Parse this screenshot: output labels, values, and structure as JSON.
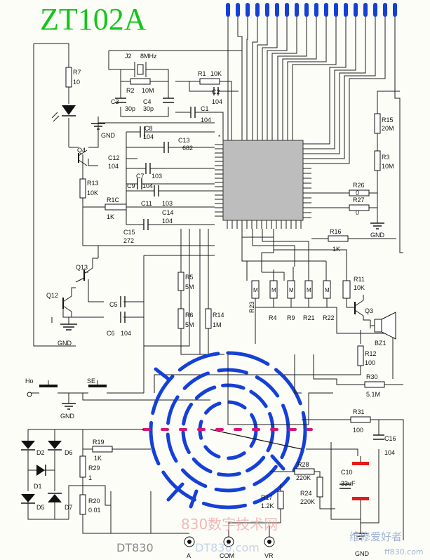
{
  "title": "ZT102A",
  "components": {
    "J2": "J2",
    "J2_val": "8MHz",
    "R7": "R7",
    "R7_val": "10",
    "R1": "R1",
    "R1_val": "10K",
    "R2": "R2",
    "R2_val": "10M",
    "C2": "C2",
    "C2_val": "104",
    "C3": "C3",
    "C3_val": "30p",
    "C4": "C4",
    "C4_val": "30p",
    "C1": "C1",
    "C1_val": "104",
    "C8": "C8",
    "C8_val": "104",
    "C13": "C13",
    "C13_val": "682",
    "Q4": "Q4",
    "C12": "C12",
    "C12_val": "104",
    "C7": "C7",
    "C7_val": "103",
    "C9": "C9",
    "C9_val": "104",
    "R13": "R13",
    "R13_val": "10K",
    "R1C": "R1C",
    "R1C_val": "1K",
    "C11": "C11",
    "C11_val": "103",
    "C14": "C14",
    "C14_val": "104",
    "C15": "C15",
    "C15_val": "272",
    "R15": "R15",
    "R15_val": "20M",
    "R3": "R3",
    "R3_val": "10M",
    "R26": "R26",
    "R26_val": "0",
    "R27": "R27",
    "R27_val": "0",
    "R16": "R16",
    "R16_val": "1K",
    "Q13": "Q13",
    "Q12": "Q12",
    "C5": "C5",
    "C6": "C6",
    "C6_val": "104",
    "R5": "R5",
    "R5_val": "5M",
    "R6": "R6",
    "R6_val": "5M",
    "R14": "R14",
    "R14_val": "1M",
    "R23": "R23",
    "R4": "R4",
    "R9": "R9",
    "R21": "R21",
    "R22": "R22",
    "M": "M",
    "R11": "R11",
    "R11_val": "10K",
    "Q3": "Q3",
    "BZ1": "BZ1",
    "R12": "R12",
    "R12_val": "100",
    "R30": "R30",
    "R30_val": "5.1M",
    "R31": "R31",
    "R31_val": "100",
    "C16": "C16",
    "C16_val": "104",
    "R19": "R19",
    "R19_val": "1K",
    "R29": "R29",
    "R29_val": "1",
    "R20": "R20",
    "R20_val": "0.01",
    "R28": "R28",
    "R28_val": "220K",
    "C10": "C10",
    "C10_val": "33uF",
    "R24": "R24",
    "R24_val": "220K",
    "R17": "R17",
    "R17_val": "1.2K",
    "D1": "D1",
    "D2": "D2",
    "D5": "D5",
    "D6": "D6",
    "D7": "D7"
  },
  "labels": {
    "gnd1": "GND",
    "gnd2": "GND",
    "gnd3": "GND",
    "gnd4": "GND",
    "gnd5": "GND",
    "ho": "Ho",
    "se": "SE",
    "term_a": "A",
    "term_com": "COM",
    "term_vr": "VR"
  },
  "watermark": {
    "site_cn": "830数字技术网",
    "logo": "DT830",
    "site_url": "DT830.com",
    "corner_cn": "维修爱好者",
    "corner_url": "ff830.com"
  },
  "colors": {
    "title": "#16c41a",
    "switch_blue": "#1540d8",
    "contact_magenta": "#d4167a",
    "capacitor_red": "#e21b1b"
  }
}
